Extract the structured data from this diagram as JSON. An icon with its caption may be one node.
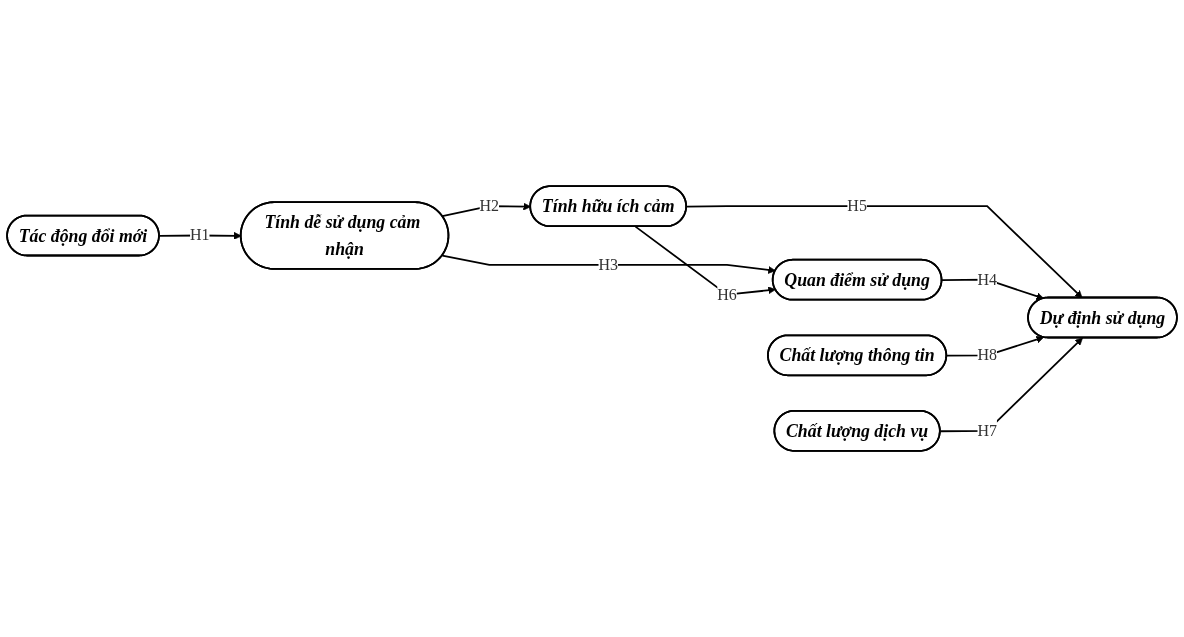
{
  "diagram": {
    "nodes": [
      {
        "text": [
          "Tác động đổi mới"
        ]
      },
      {
        "text": [
          "Tính hữu ích cảm"
        ]
      },
      {
        "text": [
          "Tính dễ sử dụng cảm nhận"
        ]
      },
      {
        "text": [
          "Quan điểm sử dụng"
        ]
      },
      {
        "text": [
          "Dự định sử dụng"
        ]
      },
      {
        "text": [
          "Chất lượng thông tin"
        ]
      },
      {
        "text": [
          "Chất lượng dịch vụ"
        ]
      }
    ],
    "edges": [
      {
        "from": 0,
        "to": 2,
        "arrow": "to",
        "label": "H1"
      },
      {
        "from": 2,
        "to": 1,
        "arrow": "to",
        "label": "H2"
      },
      {
        "from": 2,
        "to": 3,
        "arrow": "to",
        "label": "H3"
      },
      {
        "from": 1,
        "to": 3,
        "arrow": "to",
        "label": "H6"
      },
      {
        "from": 1,
        "to": 4,
        "arrow": "to",
        "label": "H5"
      },
      {
        "from": 3,
        "to": 4,
        "arrow": "to",
        "label": "H4"
      },
      {
        "from": 5,
        "to": 4,
        "arrow": "to",
        "label": "H8"
      },
      {
        "from": 6,
        "to": 4,
        "arrow": "to",
        "label": "H7"
      }
    ]
  }
}
